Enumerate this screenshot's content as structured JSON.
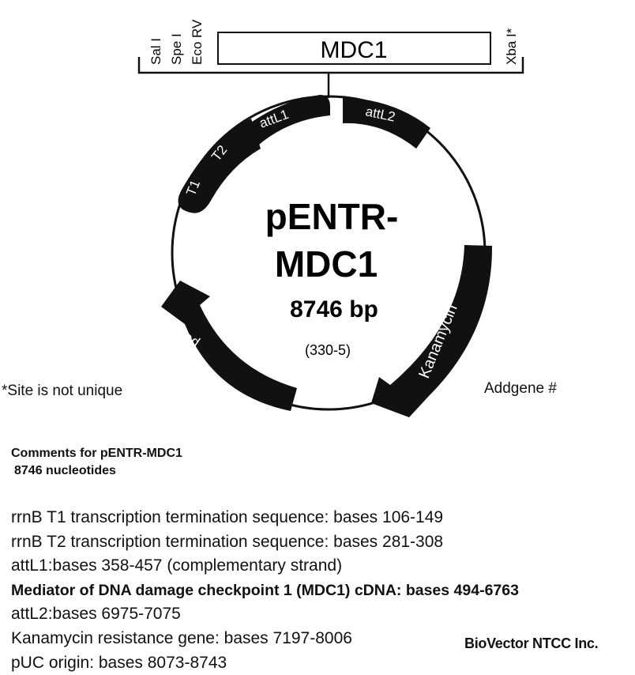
{
  "plasmid": {
    "name_line1": "pENTR-",
    "name_line2": "MDC1",
    "size": "8746 bp",
    "code": "(330-5)"
  },
  "insert": {
    "label": "MDC1",
    "sites_left": [
      "Sal I",
      "Spe I",
      "Eco RV"
    ],
    "site_right": "Xba I*"
  },
  "features_map": {
    "t1": "T1",
    "t2": "T2",
    "attl1": "attL1",
    "attl2": "attL2",
    "kanamycin": "Kanamycin",
    "puc_ori": "pUC ori"
  },
  "site_note": "*Site is not unique",
  "addgene": "Addgene #",
  "comments": {
    "title": "Comments for pENTR-MDC1",
    "nucleotides": "8746 nucleotides"
  },
  "feature_list": [
    "rrnB T1 transcription termination sequence: bases 106-149",
    "rrnB T2 transcription termination sequence: bases 281-308",
    "attL1:bases 358-457 (complementary strand)",
    "Mediator of DNA damage checkpoint  1 (MDC1) cDNA: bases 494-6763",
    "attL2:bases 6975-7075",
    "Kanamycin resistance gene: bases 7197-8006",
    "pUC origin: bases 8073-8743"
  ],
  "company": "BioVector NTCC Inc.",
  "colors": {
    "feature_fill": "#111111",
    "line": "#111111",
    "background": "#ffffff"
  }
}
